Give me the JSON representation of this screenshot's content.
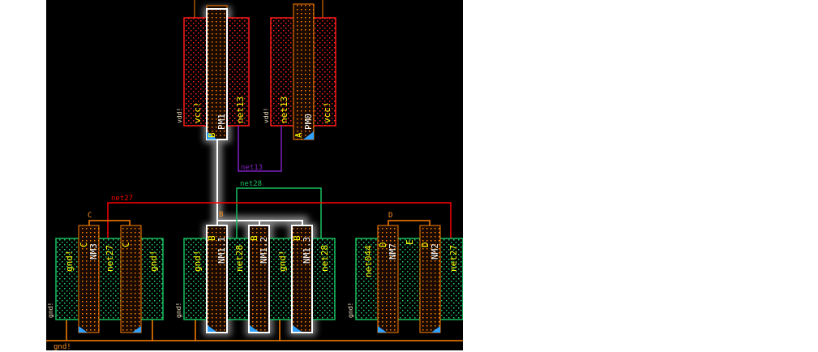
{
  "colors": {
    "background": "#000000",
    "pdiff": "#ff1a1a",
    "ndiff": "#19c060",
    "poly": "#ff8000",
    "highlight": "#ffffff",
    "net13": "#8020c0",
    "net28": "#19c060",
    "net27": "#ff0000",
    "contact": "#30a0ff"
  },
  "pmos": [
    {
      "instance": "PM1",
      "gate": "B",
      "left": "vcc!",
      "right": "net13",
      "pin": "vdd!"
    },
    {
      "instance": "PM0",
      "gate": "A",
      "left": "net13",
      "right": "vcc!",
      "pin": "vdd!"
    }
  ],
  "nmos_groups": [
    {
      "labels": [
        "gnd!",
        "net27",
        "gnd!"
      ],
      "gates": [
        {
          "instance": "NM3",
          "gate": "C"
        },
        {
          "instance": "",
          "gate": "C"
        }
      ],
      "net": "C",
      "pin": "gnd!"
    },
    {
      "labels": [
        "gnd!",
        "net28",
        "gnd!",
        "net28"
      ],
      "gates": [
        {
          "instance": "NM1.1",
          "gate": "B"
        },
        {
          "instance": "NM1.2",
          "gate": "B"
        },
        {
          "instance": "NM1.3",
          "gate": "B"
        }
      ],
      "net": "B",
      "pin": "gnd!"
    },
    {
      "labels": [
        "net044",
        "E",
        "net27"
      ],
      "gates": [
        {
          "instance": "NM7",
          "gate": "D"
        },
        {
          "instance": "NM2",
          "gate": "D"
        }
      ],
      "net": "D",
      "pin": "gnd!"
    }
  ],
  "nets": {
    "net13": "net13",
    "net28": "net28",
    "net27": "net27",
    "gnd": "gnd!"
  }
}
